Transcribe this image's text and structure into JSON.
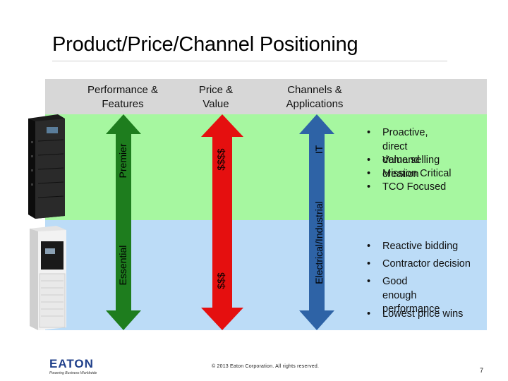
{
  "slide": {
    "title": "Product/Price/Channel Positioning",
    "page_number": "7",
    "footer": "© 2013 Eaton Corporation. All rights reserved."
  },
  "columns": {
    "performance": "Performance &\nFeatures",
    "price": "Price &\nValue",
    "channels": "Channels &\nApplications"
  },
  "arrows": {
    "performance": {
      "top_label": "Premier",
      "bottom_label": "Essential",
      "color": "#1e7d1e"
    },
    "price": {
      "top_label": "$$$$",
      "bottom_label": "$$$",
      "color": "#e50f0f"
    },
    "channels": {
      "top_label": "IT",
      "bottom_label": "Electrical/Industrial",
      "color": "#2e63a6"
    }
  },
  "premier_points": [
    "Proactive, direct\ndemand creation",
    "Value selling",
    "Mission Critical",
    "TCO Focused"
  ],
  "essential_points": [
    "Reactive bidding",
    "Contractor decision",
    "Good enough\nperformance",
    "Lowest price wins"
  ],
  "bullet_char": "•",
  "logo": {
    "wordmark": "EATON",
    "tagline": "Powering Business Worldwide"
  },
  "colors": {
    "green_band": "#a6f7a0",
    "blue_band": "#bcdcf7",
    "header_band": "#d7d7d7"
  }
}
